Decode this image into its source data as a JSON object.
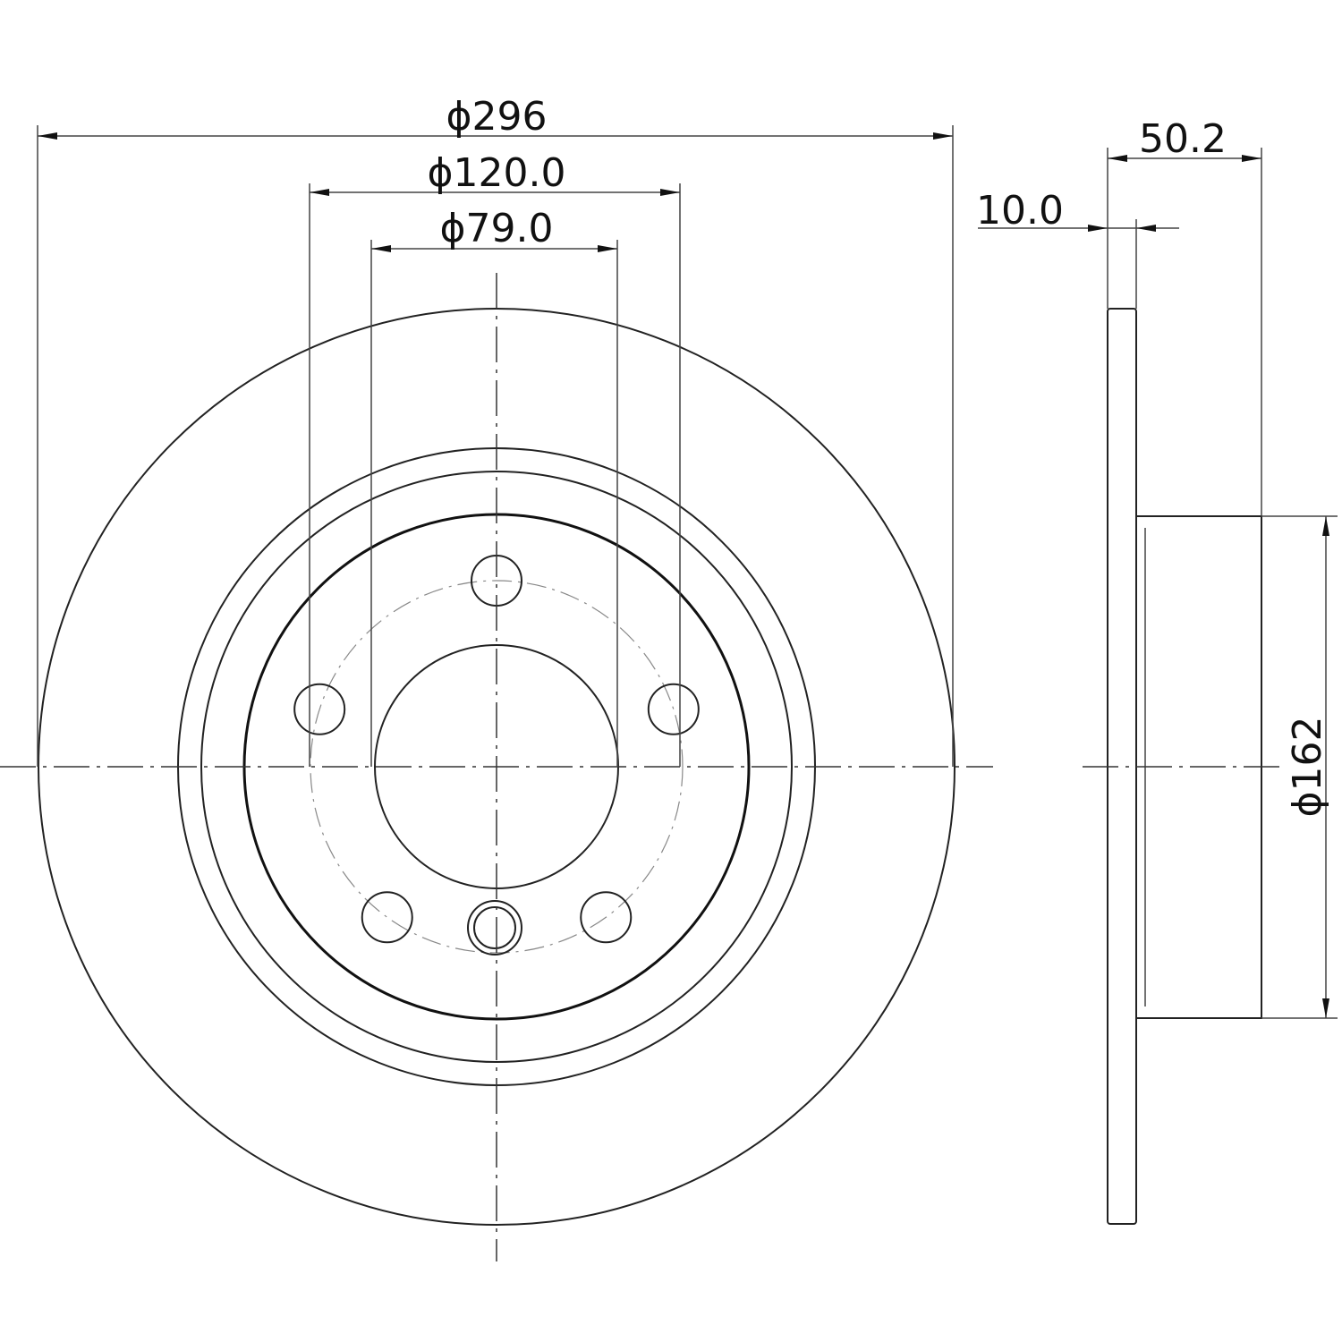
{
  "drawing": {
    "title": "Brake disc technical drawing",
    "front_view": {
      "dim_outer_diameter": "ϕ296",
      "dim_pcd": "ϕ120.0",
      "dim_center_bore": "ϕ79.0",
      "bolt_holes": 5
    },
    "side_view": {
      "dim_total_height": "50.2",
      "dim_disc_thickness": "10.0",
      "dim_hat_diameter": "ϕ162"
    }
  }
}
